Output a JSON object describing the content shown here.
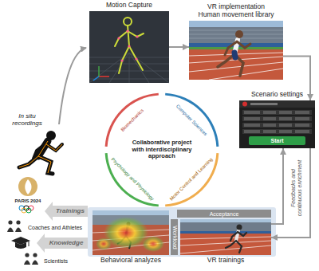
{
  "diagram": {
    "nodes": [
      {
        "text": [
          "Motion Capture"
        ]
      },
      {
        "text": [
          "VR implementation Human movement library"
        ]
      },
      {
        "text": [
          "Scenario settings"
        ]
      },
      {
        "text": [
          "Collaborative project with interdisciplinary approach"
        ]
      },
      {
        "text": [
          "Behavioral analyzes"
        ]
      },
      {
        "text": [
          "Acceptance"
        ]
      },
      {
        "text": [
          "Workload"
        ]
      },
      {
        "text": [
          "VR trainings"
        ]
      }
    ],
    "edges": [
      {
        "from": 0,
        "to": 1,
        "arrow": "to"
      },
      {
        "from": 1,
        "to": 2,
        "arrow": "to"
      },
      {
        "from": 2,
        "to": 7,
        "arrow": "to"
      },
      {
        "from": 7,
        "to": 2,
        "label": "Feedbacks and continuous enrichment",
        "arrow": "to"
      }
    ],
    "labels": [
      "In situ recordings",
      "Biomechanics",
      "Computer Sciences",
      "Psychology and Physiology",
      "Motor Control and Learning",
      "Start",
      "PARIS 2024",
      "Trainings",
      "Coaches and Athletes",
      "Knowledge",
      "Scientists"
    ]
  }
}
